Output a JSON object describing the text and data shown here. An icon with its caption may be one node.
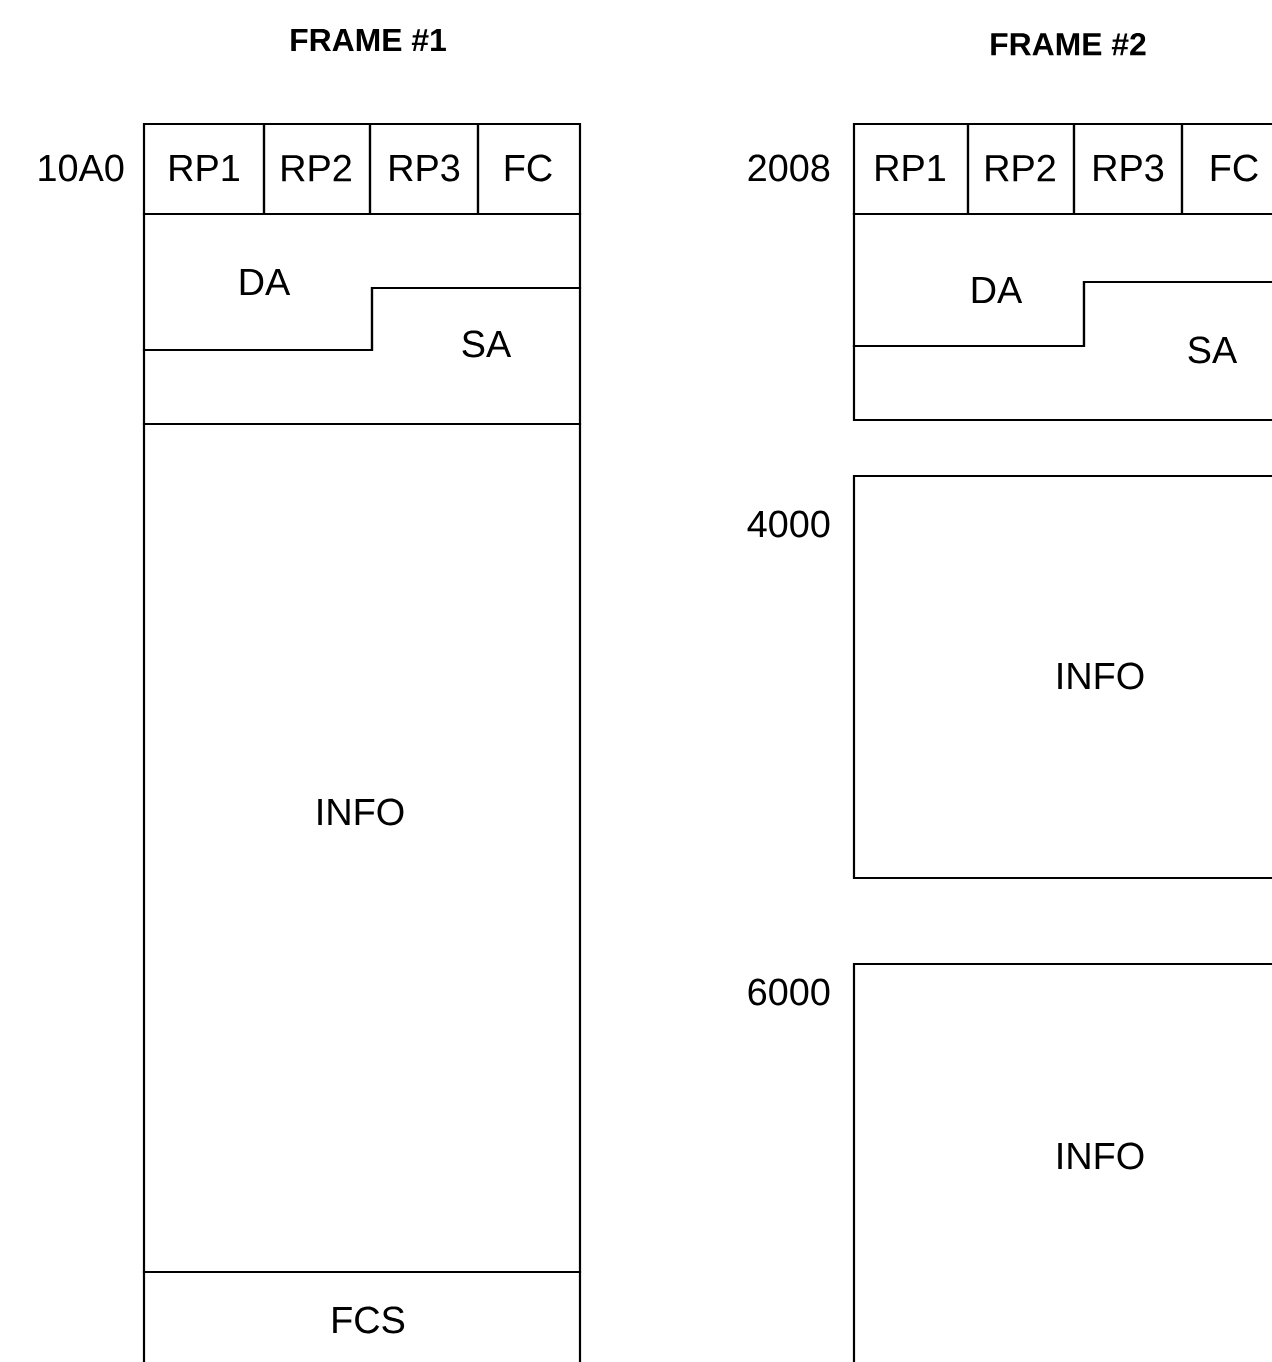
{
  "diagram": {
    "nodes": [
      {
        "text": [
          "RP1"
        ]
      },
      {
        "text": [
          "RP2"
        ]
      },
      {
        "text": [
          "RP3"
        ]
      },
      {
        "text": [
          "FC"
        ]
      },
      {
        "text": [
          "DA"
        ]
      },
      {
        "text": [
          "SA"
        ]
      },
      {
        "text": [
          "INFO"
        ]
      },
      {
        "text": [
          "FCS"
        ]
      },
      {
        "text": [
          "RP1"
        ]
      },
      {
        "text": [
          "RP2"
        ]
      },
      {
        "text": [
          "RP3"
        ]
      },
      {
        "text": [
          "FC"
        ]
      },
      {
        "text": [
          "DA"
        ]
      },
      {
        "text": [
          "SA"
        ]
      },
      {
        "text": [
          "INFO"
        ]
      },
      {
        "text": [
          "INFO"
        ]
      }
    ],
    "labels": [
      "FRAME #1",
      "FRAME #2",
      "10A0",
      "2008",
      "4000",
      "6000"
    ]
  }
}
